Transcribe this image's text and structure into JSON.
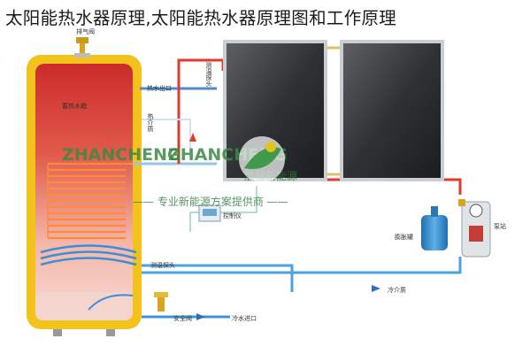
{
  "title": "太阳能热水器原理,太阳能热水器原理图和工作原理",
  "labels": {
    "vent_valve": "排气阀",
    "hot_water_outlet": "热水出口",
    "tank": "蓄热水箱",
    "hot_medium": "热介质",
    "temp_probe_top": "测温探头",
    "controller": "控制仪",
    "expansion_tank": "膨胀罐",
    "pump_station": "泵站",
    "temp_probe_bottom": "测温探头",
    "cold_medium": "冷介质",
    "safety_valve": "安全阀",
    "cold_water_inlet": "冷水进口"
  },
  "watermark": {
    "brand": "ZHANCHENG",
    "slogan": "展程新能源",
    "tagline": "—— 专业新能源方案提供商 ——"
  }
}
